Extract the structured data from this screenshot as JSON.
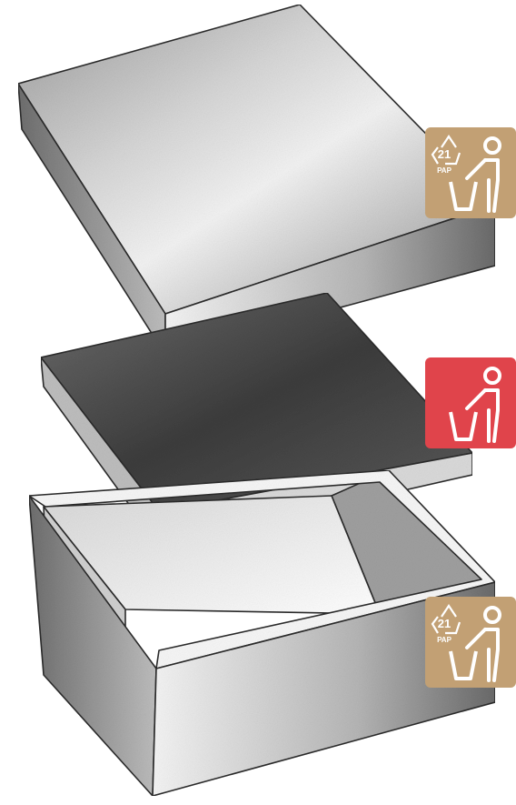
{
  "colors": {
    "paper_badge": "#C2A074",
    "waste_badge": "#E0444B",
    "icon": "#ffffff",
    "outline": "#2a2a2a"
  },
  "parts": [
    {
      "name": "lid",
      "badge": "paper-recycling",
      "badge_number": "21",
      "badge_code": "PAP"
    },
    {
      "name": "insert",
      "badge": "general-waste"
    },
    {
      "name": "base",
      "badge": "paper-recycling",
      "badge_number": "21",
      "badge_code": "PAP"
    }
  ],
  "icons": {
    "paper_badge": [
      "recycling-arrows-icon",
      "person-disposing-icon",
      "bin-icon"
    ],
    "waste_badge": [
      "person-disposing-icon",
      "bin-icon"
    ]
  }
}
